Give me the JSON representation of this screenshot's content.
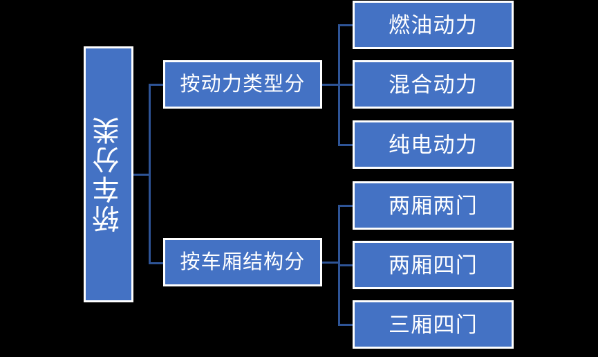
{
  "diagram": {
    "type": "hierarchy-tree",
    "title": "轿车分类",
    "colors": {
      "node_fill": "#4472C4",
      "node_border": "#FFFFFF",
      "node_text": "#FFFFFF",
      "connector": "#2E5496",
      "background": "#000000"
    },
    "root": {
      "label": "轿车分类",
      "orientation": "vertical"
    },
    "branches": [
      {
        "label": "按动力类型分",
        "leaves": [
          {
            "label": "燃油动力"
          },
          {
            "label": "混合动力"
          },
          {
            "label": "纯电动力"
          }
        ]
      },
      {
        "label": "按车厢结构分",
        "leaves": [
          {
            "label": "两厢两门"
          },
          {
            "label": "两厢四门"
          },
          {
            "label": "三厢四门"
          }
        ]
      }
    ]
  }
}
